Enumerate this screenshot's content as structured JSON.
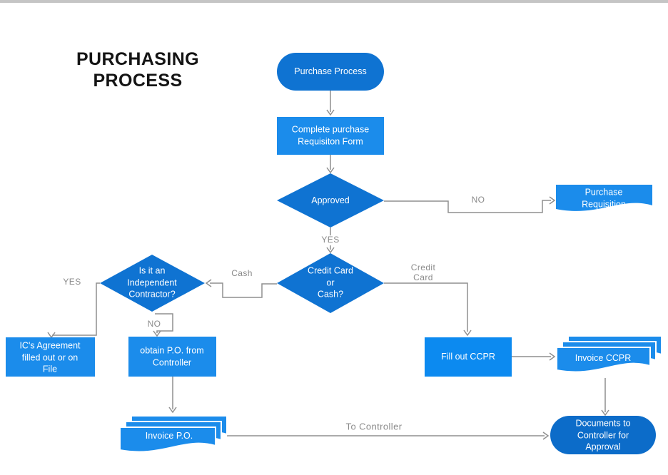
{
  "title": "PURCHASING PROCESS",
  "nodes": {
    "purchase_process": "Purchase Process",
    "complete_purchase": "Complete purchase\nRequisiton Form",
    "approved": "Approved",
    "purchase_requisition": "Purchase Requisition",
    "credit_card_or_cash": "Credit Card\nor\nCash?",
    "independent_contractor": "Is it an\nIndependent\nContractor?",
    "ics_agreement": "IC's Agreement\nfilled out or on\nFile",
    "obtain_po": "obtain P.O. from\nController",
    "invoice_po": "Invoice P.O.",
    "fill_out_ccpr": "Fill out CCPR",
    "invoice_ccpr": "Invoice CCPR",
    "documents_to_controller": "Documents to\nController for\nApproval"
  },
  "edge_labels": {
    "approved_no": "NO",
    "approved_yes": "YES",
    "cash": "Cash",
    "credit_card": "Credit\nCard",
    "ic_yes": "YES",
    "ic_no": "NO",
    "to_controller": "To Controller"
  },
  "colors": {
    "node_dark_blue": "#0f73d2",
    "node_light_blue": "#1b8ceb",
    "node_azure_blue": "#0c8af0",
    "node_deep_blue": "#0c6cc9",
    "connector_gray": "#8f8f8f",
    "edge_label_gray": "#8a8a8a",
    "title_black": "#141414",
    "top_bar_gray": "#c5c5c5",
    "node_text_white": "#ffffff"
  }
}
